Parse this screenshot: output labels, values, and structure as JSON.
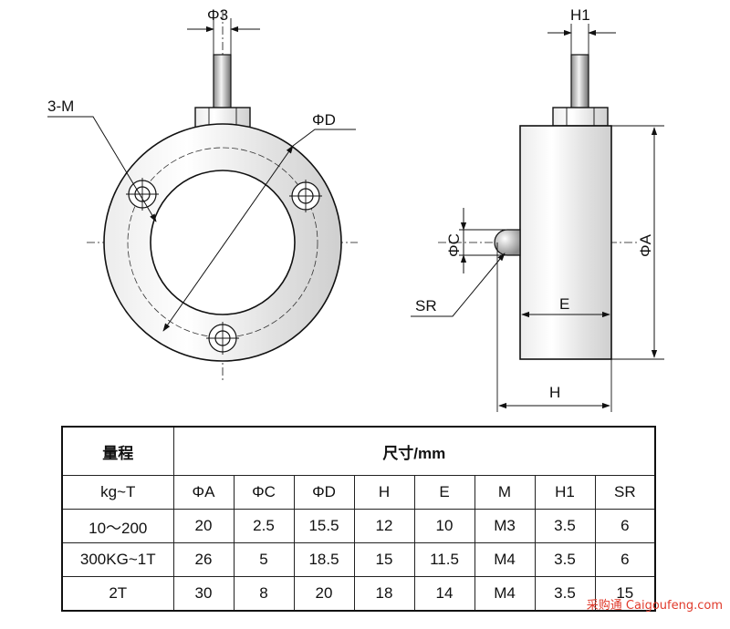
{
  "labels": {
    "phi3": "Φ3",
    "three_m": "3-M",
    "phi_d": "ΦD",
    "h1": "H1",
    "phi_c": "ΦC",
    "phi_a": "ΦA",
    "sr": "SR",
    "e": "E",
    "h": "H"
  },
  "table": {
    "range_header": "量程",
    "dim_header": "尺寸/mm",
    "unit_label": "kg~T",
    "columns": [
      "ΦA",
      "ΦC",
      "ΦD",
      "H",
      "E",
      "M",
      "H1",
      "SR"
    ],
    "rows": [
      {
        "range": "10～200",
        "values": [
          "20",
          "2.5",
          "15.5",
          "12",
          "10",
          "M3",
          "3.5",
          "6"
        ]
      },
      {
        "range": "300KG~1T",
        "values": [
          "26",
          "5",
          "18.5",
          "15",
          "11.5",
          "M4",
          "3.5",
          "6"
        ]
      },
      {
        "range": "2T",
        "values": [
          "30",
          "8",
          "20",
          "18",
          "14",
          "M4",
          "3.5",
          "15"
        ]
      }
    ]
  },
  "watermark": "采购通 Caigoufeng.com"
}
